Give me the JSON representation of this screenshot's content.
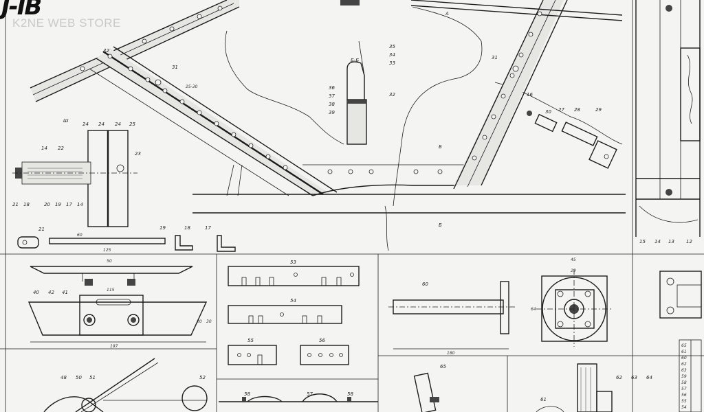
{
  "header": {
    "logo_text": "J-IB",
    "watermark": "K2NE WEB STORE"
  },
  "labels": {
    "p32": "32",
    "p31": "31",
    "dim_pitch": "25-30",
    "p35": "35",
    "p34": "34",
    "p33": "33",
    "p32b": "32",
    "p36": "36",
    "p37": "37",
    "p38": "38",
    "p39": "39",
    "sec_bb": "Б-Б",
    "p31b": "31",
    "p16": "16",
    "p30": "30",
    "p27": "27",
    "p28": "28",
    "p29": "29",
    "sec_w": "Ш",
    "p24a": "24",
    "p24b": "24",
    "p24c": "24",
    "p25": "25",
    "p14": "14",
    "p22": "22",
    "p23": "23",
    "p21": "21",
    "p18": "18",
    "p20": "20",
    "p19": "19",
    "p17": "17",
    "p14b": "14",
    "p21b": "21",
    "d60": "60",
    "d125": "125",
    "p19b": "19",
    "p18b": "18",
    "p17b": "17",
    "p15": "15",
    "p14c": "14",
    "p13": "13",
    "p12": "12",
    "d50": "50",
    "d115": "115",
    "p40": "40",
    "p42": "42",
    "p41": "41",
    "d20": "20",
    "d30": "30",
    "d197": "197",
    "p53": "53",
    "p54": "54",
    "p55": "55",
    "p56": "56",
    "p60": "60",
    "d180": "180",
    "d45": "45",
    "d29": "29",
    "d64": "64",
    "p48": "48",
    "p50": "50",
    "p51": "51",
    "p52": "52",
    "p58": "58",
    "p57": "57",
    "p58b": "58",
    "p65": "65",
    "p61": "61",
    "p62": "62",
    "p63": "63",
    "p64": "64",
    "mark_a": "A",
    "mark_b": "Б"
  },
  "parts_table": [
    "65",
    "61",
    "60",
    "62",
    "63",
    "59",
    "58",
    "57",
    "56",
    "55",
    "54"
  ]
}
